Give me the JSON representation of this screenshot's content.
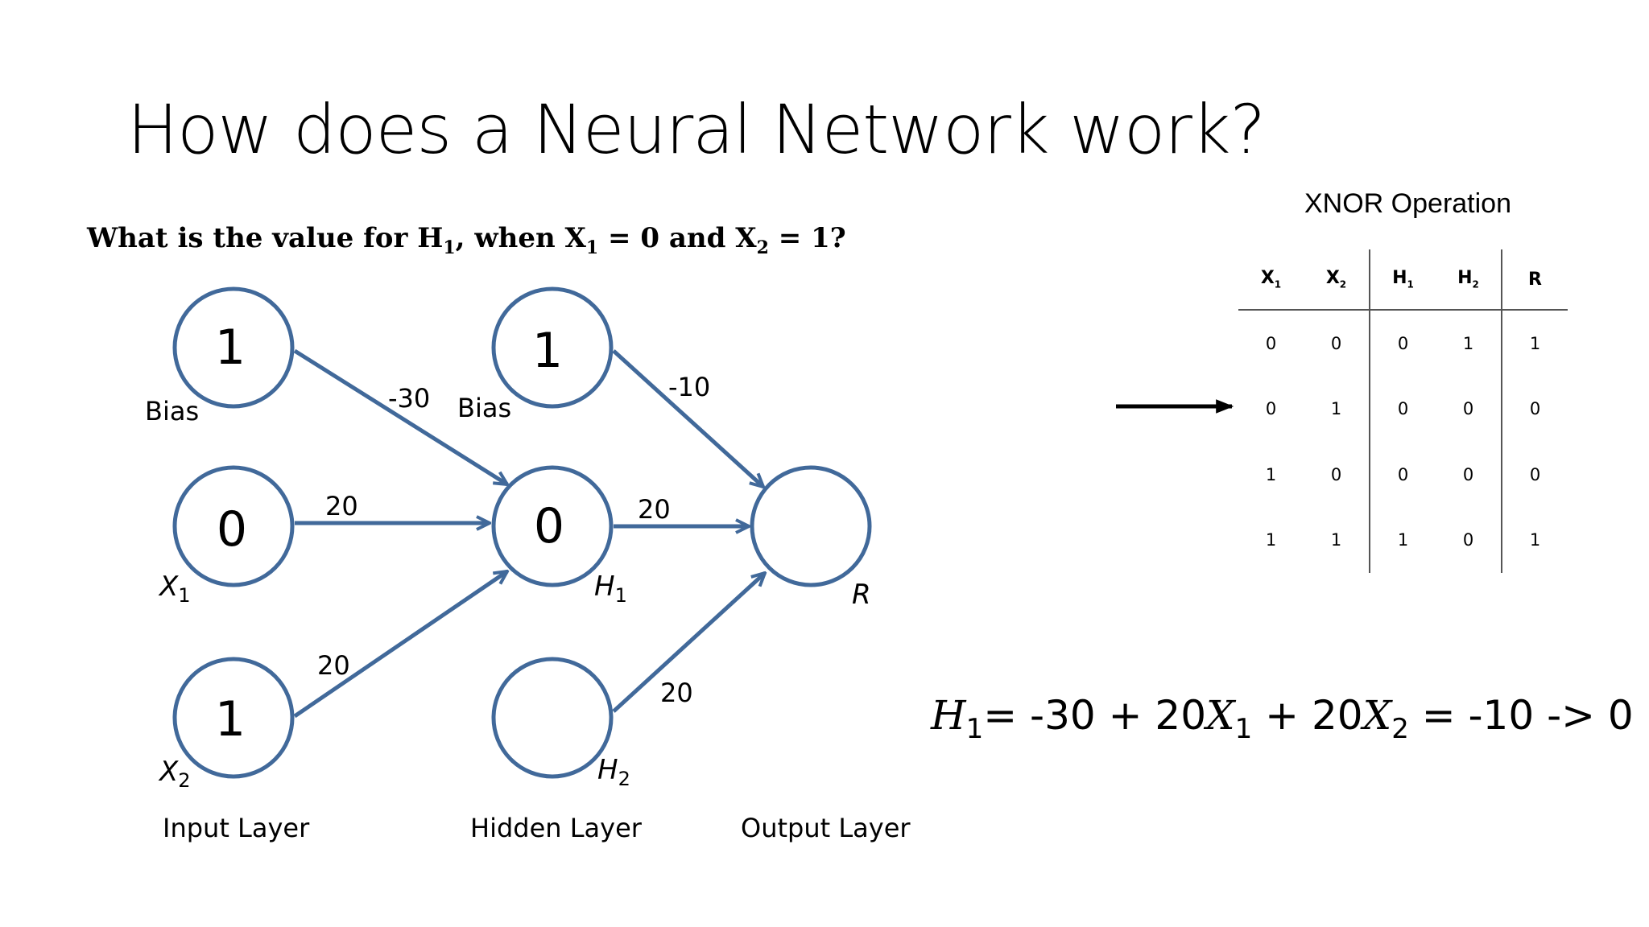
{
  "title": "How does a Neural Network work?",
  "question": {
    "prefix": "What is the value for H",
    "h_sub": "1",
    "mid1": ", when X",
    "x1_sub": "1",
    "mid2": " = 0 and X",
    "x2_sub": "2",
    "suffix": " = 1?"
  },
  "network": {
    "nodes": {
      "input_bias_value": "1",
      "input_bias_label": "Bias",
      "x1_value": "0",
      "x1_label": "X",
      "x1_sub": "1",
      "x2_value": "1",
      "x2_label": "X",
      "x2_sub": "2",
      "hidden_bias_value": "1",
      "hidden_bias_label": "Bias",
      "h1_value": "0",
      "h1_label": "H",
      "h1_sub": "1",
      "h2_value": "",
      "h2_label": "H",
      "h2_sub": "2",
      "r_label": "R"
    },
    "weights": {
      "bias_to_h1": "-30",
      "x1_to_h1": "20",
      "x2_to_h1": "20",
      "bias_to_r": "-10",
      "h1_to_r": "20",
      "h2_to_r": "20"
    },
    "layers": {
      "input": "Input Layer",
      "hidden": "Hidden Layer",
      "output": "Output Layer"
    },
    "colors": {
      "node_stroke": "#41699a",
      "edge": "#41699a"
    }
  },
  "xnor": {
    "title": "XNOR Operation",
    "headers": [
      {
        "name": "X",
        "sub": "1"
      },
      {
        "name": "X",
        "sub": "2"
      },
      {
        "name": "H",
        "sub": "1"
      },
      {
        "name": "H",
        "sub": "2"
      },
      {
        "name": "R",
        "sub": ""
      }
    ],
    "rows": [
      [
        "0",
        "0",
        "0",
        "1",
        "1"
      ],
      [
        "0",
        "1",
        "0",
        "0",
        "0"
      ],
      [
        "1",
        "0",
        "0",
        "0",
        "0"
      ],
      [
        "1",
        "1",
        "1",
        "0",
        "1"
      ]
    ],
    "highlighted_row": 1
  },
  "formula": {
    "lhs": "H",
    "lhs_sub": "1",
    "part1": "= -30 + 20",
    "v1": "X",
    "v1_sub": "1",
    "part2": " + 20",
    "v2": "X",
    "v2_sub": "2",
    "result": " = -10 -> 0"
  }
}
